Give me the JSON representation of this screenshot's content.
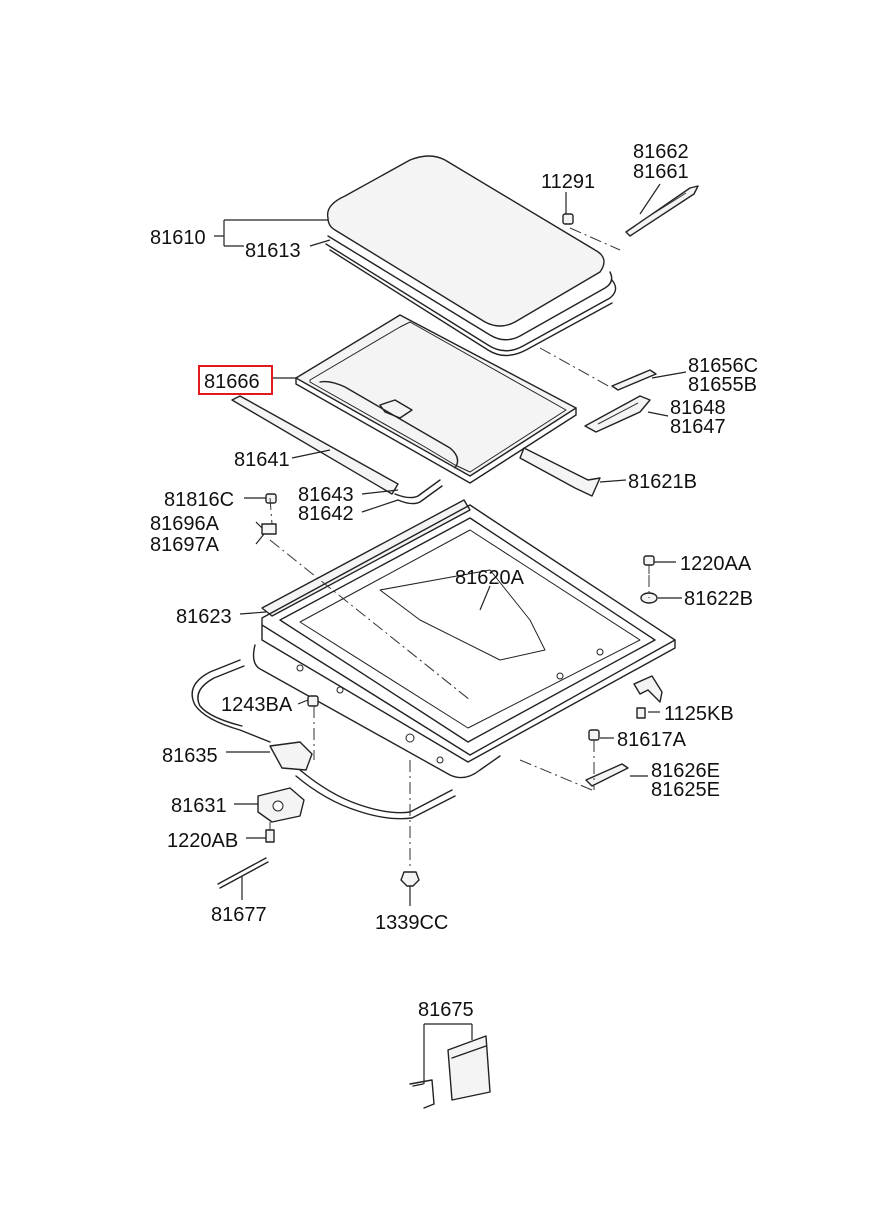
{
  "highlight_color": "#e0191f",
  "labels": {
    "p81662": "81662",
    "p81661": "81661",
    "p11291": "11291",
    "p81610": "81610",
    "p81613": "81613",
    "p81666": "81666",
    "p81656c": "81656C",
    "p81655b": "81655B",
    "p81648": "81648",
    "p81647": "81647",
    "p81641": "81641",
    "p81621b": "81621B",
    "p81816c": "81816C",
    "p81643": "81643",
    "p81642": "81642",
    "p81696a": "81696A",
    "p81697a": "81697A",
    "p1220aa": "1220AA",
    "p81620a": "81620A",
    "p81622b": "81622B",
    "p81623": "81623",
    "p1243ba": "1243BA",
    "p1125kb": "1125KB",
    "p81617a": "81617A",
    "p81635": "81635",
    "p81626e": "81626E",
    "p81625e": "81625E",
    "p81631": "81631",
    "p1220ab": "1220AB",
    "p81677": "81677",
    "p1339cc": "1339CC",
    "p81675": "81675"
  }
}
